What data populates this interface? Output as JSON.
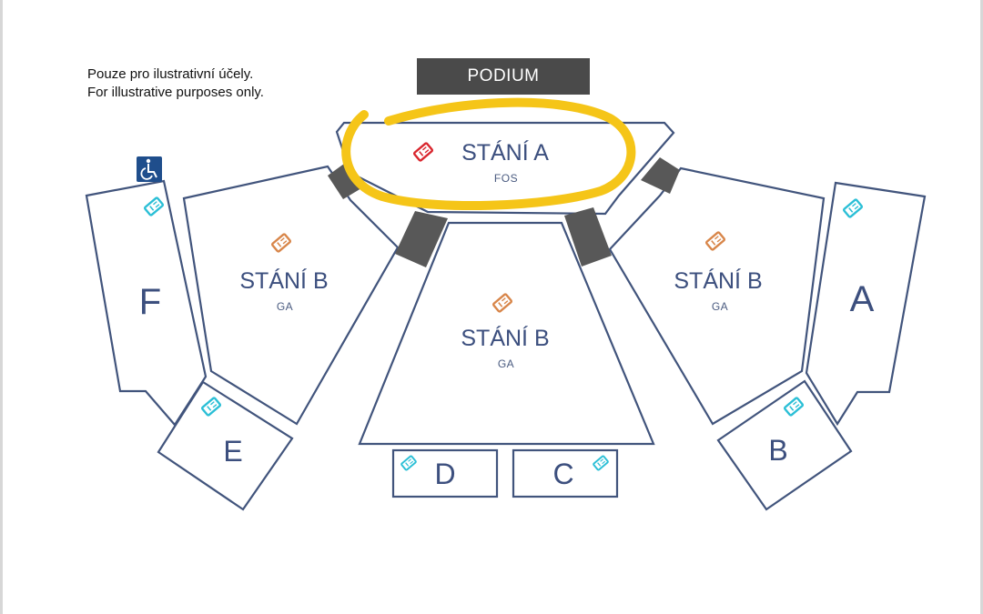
{
  "note": {
    "line1": "Pouze pro ilustrativní účely.",
    "line2": "For illustrative purposes only."
  },
  "podium": {
    "label": "PODIUM"
  },
  "sections": {
    "stani_a": {
      "name": "STÁNÍ A",
      "sub": "FOS",
      "ticket_color": "#d9262e"
    },
    "stani_b_left": {
      "name": "STÁNÍ B",
      "sub": "GA",
      "ticket_color": "#d8864a"
    },
    "stani_b_center": {
      "name": "STÁNÍ B",
      "sub": "GA",
      "ticket_color": "#d8864a"
    },
    "stani_b_right": {
      "name": "STÁNÍ B",
      "sub": "GA",
      "ticket_color": "#d8864a"
    },
    "a": {
      "name": "A",
      "ticket_color": "#2bbfd6"
    },
    "b": {
      "name": "B",
      "ticket_color": "#2bbfd6"
    },
    "c": {
      "name": "C",
      "ticket_color": "#2bbfd6"
    },
    "d": {
      "name": "D",
      "ticket_color": "#2bbfd6"
    },
    "e": {
      "name": "E",
      "ticket_color": "#2bbfd6"
    },
    "f": {
      "name": "F",
      "ticket_color": "#2bbfd6"
    }
  },
  "highlight": {
    "color": "#f5c518",
    "target": "stani_a"
  },
  "icons": {
    "wheelchair": "wheelchair-icon",
    "ticket": "ticket-icon"
  },
  "colors": {
    "section_outline": "#41547c",
    "label": "#3c4f7e",
    "ramp": "#585858",
    "wheelchair_bg": "#1f4e8c"
  }
}
